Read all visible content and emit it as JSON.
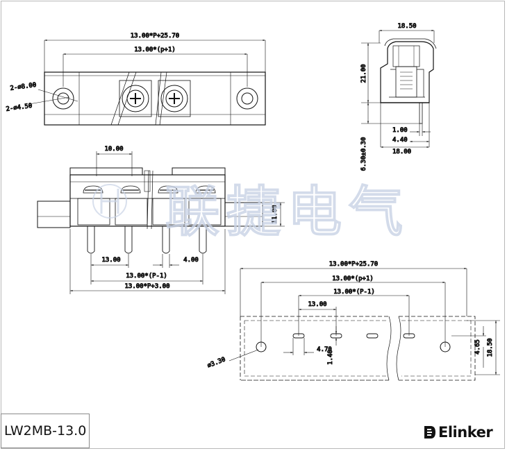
{
  "top_view": {
    "overall": "13.00*P+25.70",
    "pitch_span": "13.00*(p+1)",
    "hole_large": "2-⌀8.00",
    "hole_small": "2-⌀4.50"
  },
  "side_view": {
    "width": "18.50",
    "height": "21.00",
    "pin_thickness": "1.00",
    "pin_offset": "4.40",
    "base_width": "18.00",
    "pin_length": "6.30±0.30"
  },
  "front_view": {
    "screw_pitch": "10.00",
    "height": "11.00",
    "pitch": "13.00",
    "pin_width": "4.00",
    "pin_span": "13.00*(P-1)",
    "overall": "13.00*P+3.00"
  },
  "pcb_layout": {
    "overall": "13.00*P+25.70",
    "pitch_span": "13.00*(p+1)",
    "pin_span": "13.00*(P-1)",
    "pitch": "13.00",
    "hole_dia": "⌀3.30",
    "slot_pitch": "4.70",
    "slot_width": "1.40",
    "row_offset": "4.65",
    "depth": "18.50"
  },
  "watermark": "联捷电气",
  "model": "LW2MB-13.0",
  "brand": "Elinker"
}
